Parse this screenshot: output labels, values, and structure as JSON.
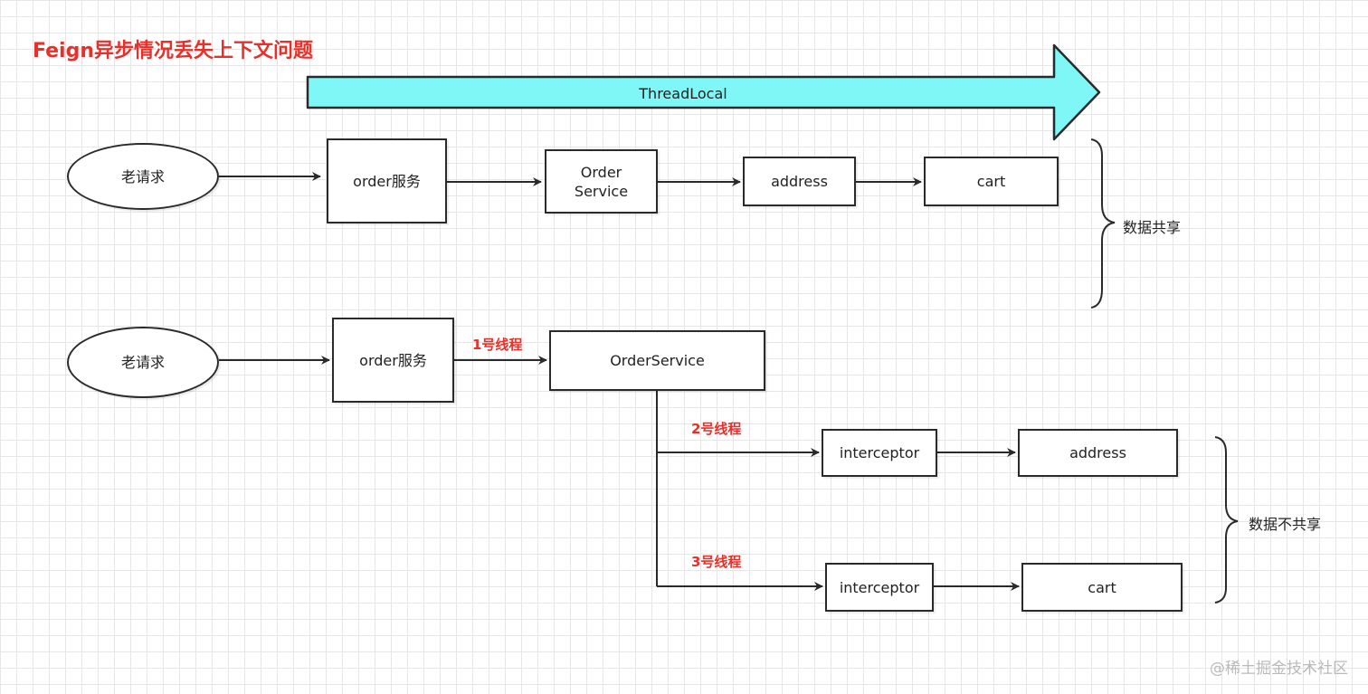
{
  "title": "Feign异步情况丢失上下文问题",
  "threadlocal_label": "ThreadLocal",
  "row1": {
    "request": "老请求",
    "order_service": "order服务",
    "order_service_2_line1": "Order",
    "order_service_2_line2": "Service",
    "address": "address",
    "cart": "cart",
    "brace_label": "数据共享"
  },
  "row2": {
    "request": "老请求",
    "order_service": "order服务",
    "thread1": "1号线程",
    "order_service_2": "OrderService",
    "thread2": "2号线程",
    "thread3": "3号线程",
    "interceptor_a": "interceptor",
    "address": "address",
    "interceptor_b": "interceptor",
    "cart": "cart",
    "brace_label": "数据不共享"
  },
  "watermark": "@稀土掘金技术社区",
  "colors": {
    "title": "#e8302a",
    "thread_label": "#e8302a",
    "threadlocal_arrow_fill": "#80f7f7",
    "stroke": "#2a2a2a"
  }
}
